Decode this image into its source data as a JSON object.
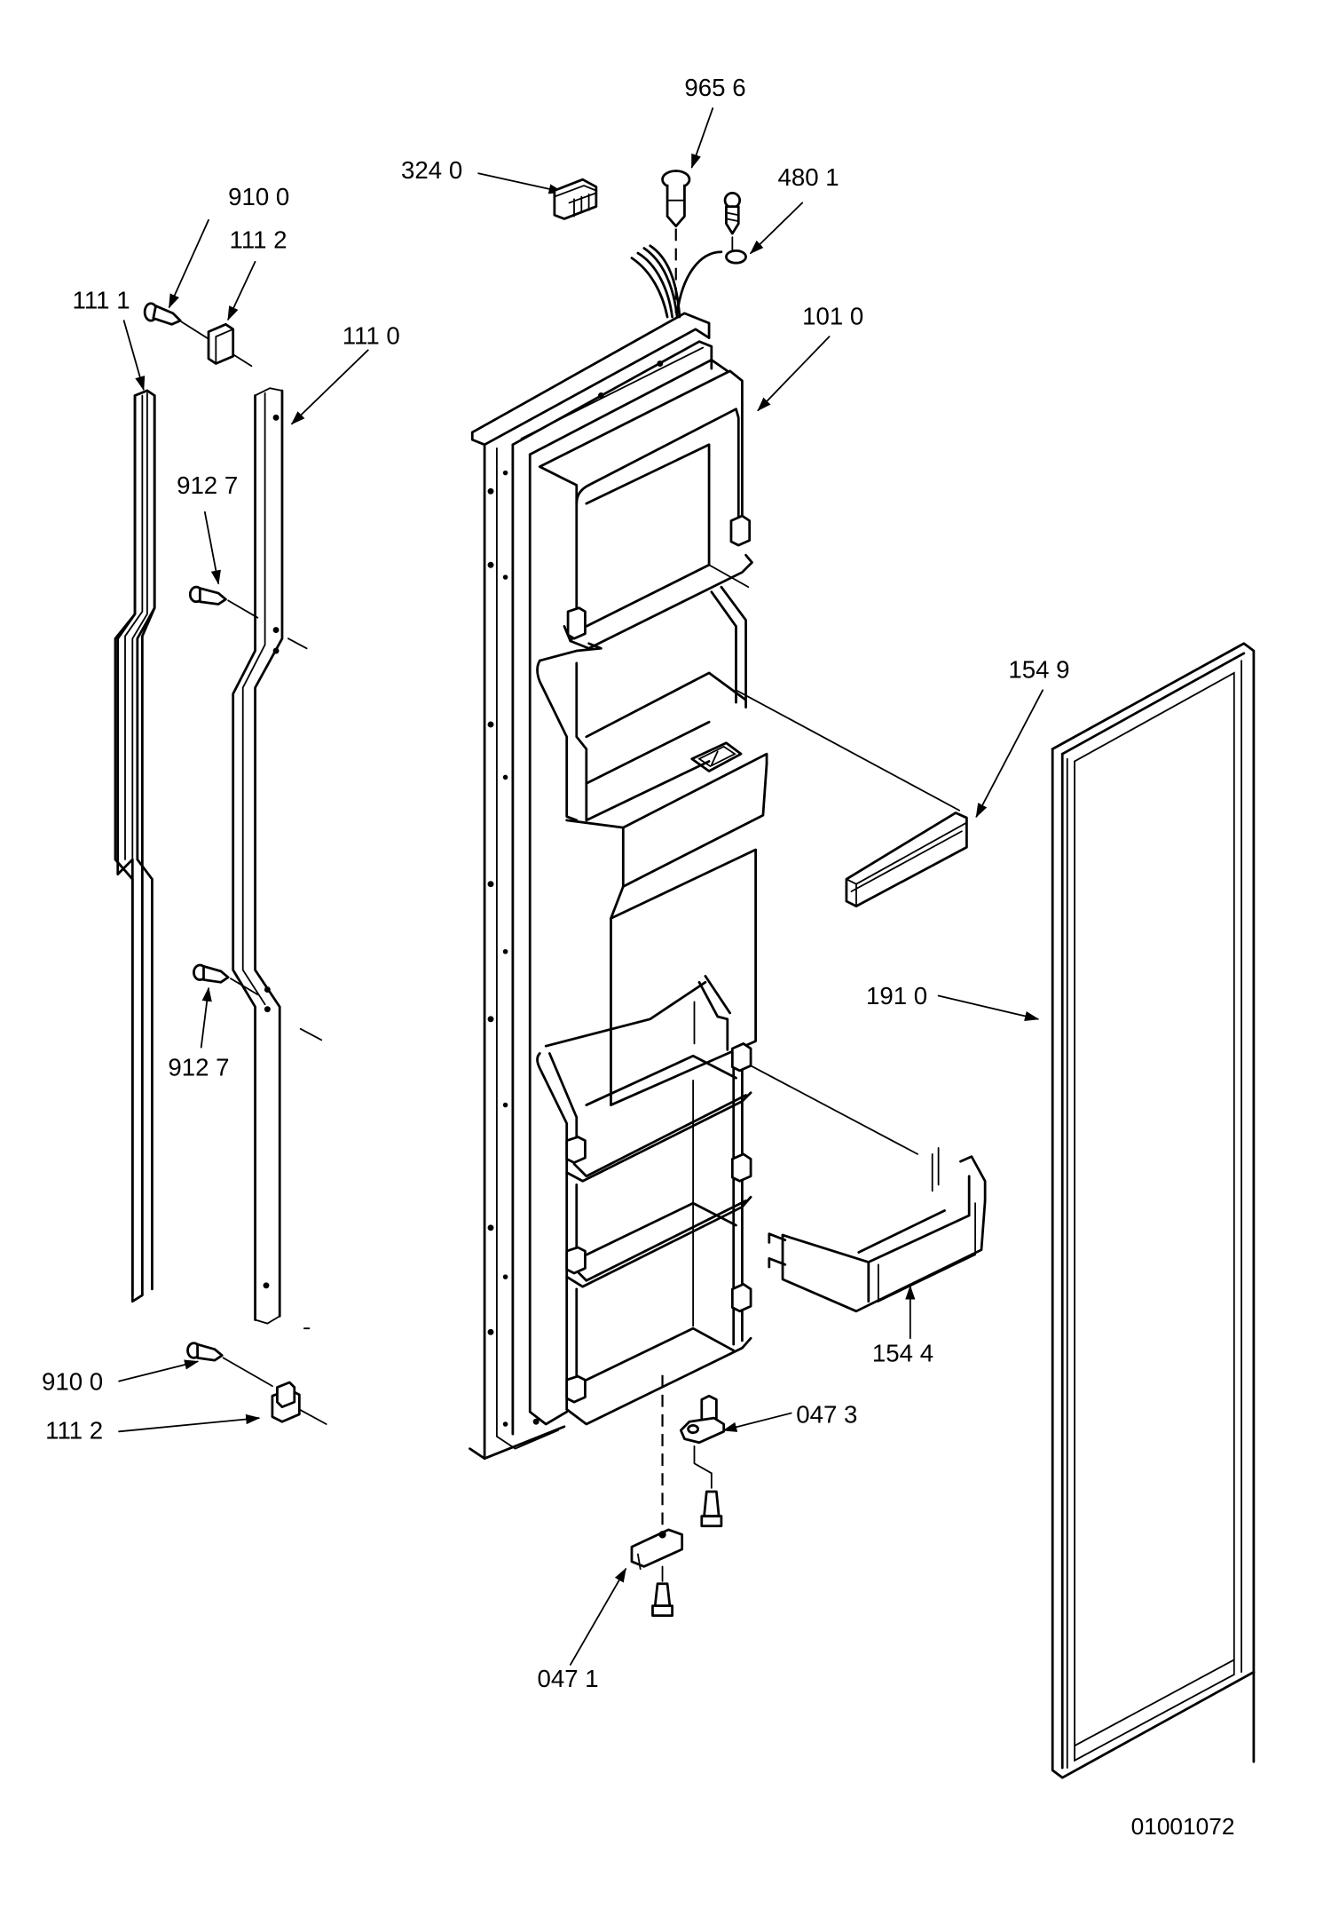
{
  "diagram": {
    "type": "exploded-parts-diagram",
    "subject": "refrigerator freezer door assembly",
    "reference_number": "01001072",
    "callouts": [
      {
        "id": "c-9656",
        "label": "965 6",
        "part": "light switch / plunger"
      },
      {
        "id": "c-3240",
        "label": "324 0",
        "part": "connector"
      },
      {
        "id": "c-4801",
        "label": "480 1",
        "part": "ground wire screw"
      },
      {
        "id": "c-9100-top",
        "label": "910 0",
        "part": "screw"
      },
      {
        "id": "c-1112-top",
        "label": "111 2",
        "part": "handle end cap"
      },
      {
        "id": "c-1111",
        "label": "111 1",
        "part": "handle trim"
      },
      {
        "id": "c-1110",
        "label": "111 0",
        "part": "handle"
      },
      {
        "id": "c-1010",
        "label": "101 0",
        "part": "door assembly"
      },
      {
        "id": "c-9127-top",
        "label": "912 7",
        "part": "screw"
      },
      {
        "id": "c-1549",
        "label": "154 9",
        "part": "shelf bar"
      },
      {
        "id": "c-1910",
        "label": "191 0",
        "part": "door gasket"
      },
      {
        "id": "c-9127-bottom",
        "label": "912 7",
        "part": "screw"
      },
      {
        "id": "c-1544",
        "label": "154 4",
        "part": "door bin"
      },
      {
        "id": "c-9100-bottom",
        "label": "910 0",
        "part": "screw"
      },
      {
        "id": "c-1112-bottom",
        "label": "111 2",
        "part": "handle end cap"
      },
      {
        "id": "c-0473",
        "label": "047 3",
        "part": "hinge pin"
      },
      {
        "id": "c-0471",
        "label": "047 1",
        "part": "hinge bracket"
      }
    ]
  }
}
